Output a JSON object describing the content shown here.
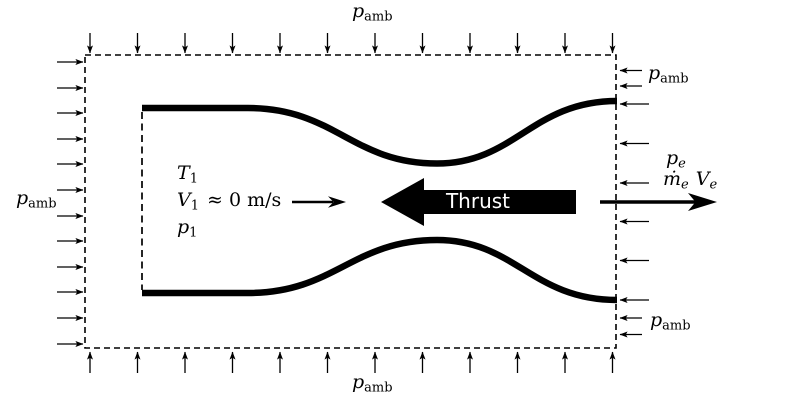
{
  "title": "rocket-nozzle-control-volume-diagram",
  "colors": {
    "ink": "#000000",
    "background": "#ffffff",
    "thrust_arrow_fill": "#000000",
    "thrust_text": "#ffffff"
  },
  "labels": {
    "p_amb": {
      "base": "p",
      "sub": "amb"
    },
    "T1": {
      "base": "T",
      "sub": "1"
    },
    "V1": {
      "base": "V",
      "sub": "1",
      "tail": " ≈ 0 m/s"
    },
    "p1": {
      "base": "p",
      "sub": "1"
    },
    "pe": {
      "base": "p",
      "sub": "e"
    },
    "mdot_e": {
      "base": "ṁ",
      "sub": "e"
    },
    "Ve": {
      "base": "V",
      "sub": "e"
    },
    "thrust": "Thrust"
  }
}
